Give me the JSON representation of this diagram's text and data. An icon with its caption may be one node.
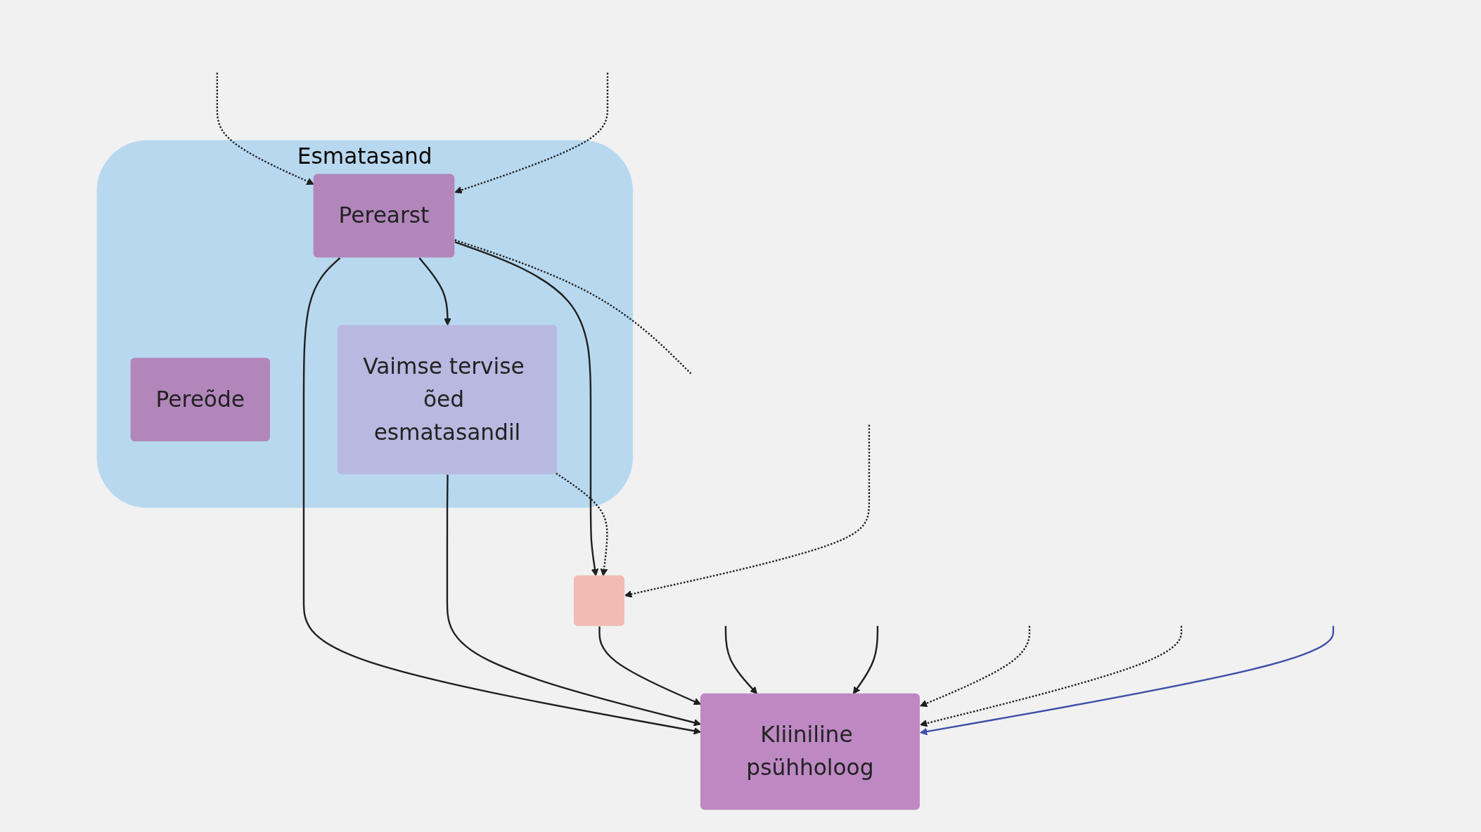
{
  "diagram": {
    "nodes": [
      {
        "text": [],
        "shape": "box"
      },
      {
        "text": [
          "Esmatasand"
        ]
      },
      {
        "text": [
          "Pereõde"
        ],
        "in": 1
      },
      {
        "text": [
          "Vaimse tervise õed esmatasandil"
        ],
        "in": 1
      },
      {
        "text": [
          "Perearst"
        ],
        "in": 1
      },
      {
        "text": [
          "Kliiniline psühholoog"
        ]
      }
    ],
    "edges": [
      {
        "from": 4,
        "to": 3,
        "arrow": "to"
      },
      {
        "from": 4,
        "to": 0,
        "arrow": "to"
      },
      {
        "from": 3,
        "to": 0,
        "arrow": "to",
        "style": "dashed"
      },
      {
        "from": 4,
        "to": 5,
        "arrow": "to"
      },
      {
        "from": 3,
        "to": 5,
        "arrow": "to"
      },
      {
        "from": 0,
        "to": 5,
        "arrow": "to"
      },
      {
        "from": null,
        "to": 5,
        "arrow": "to"
      },
      {
        "from": null,
        "to": 5,
        "arrow": "to"
      },
      {
        "from": null,
        "to": 0,
        "arrow": "to",
        "style": "dashed"
      },
      {
        "from": 4,
        "to": null,
        "arrow": "none",
        "style": "dashed"
      },
      {
        "from": null,
        "to": 4,
        "arrow": "to",
        "style": "dashed"
      },
      {
        "from": null,
        "to": 5,
        "arrow": "to",
        "style": "dashed"
      },
      {
        "from": null,
        "to": 5,
        "arrow": "to",
        "style": "dashed"
      },
      {
        "from": null,
        "to": 4,
        "arrow": "to",
        "style": "dashed"
      },
      {
        "from": null,
        "to": 5,
        "arrow": "to",
        "color": "#3f4fa8"
      }
    ]
  }
}
